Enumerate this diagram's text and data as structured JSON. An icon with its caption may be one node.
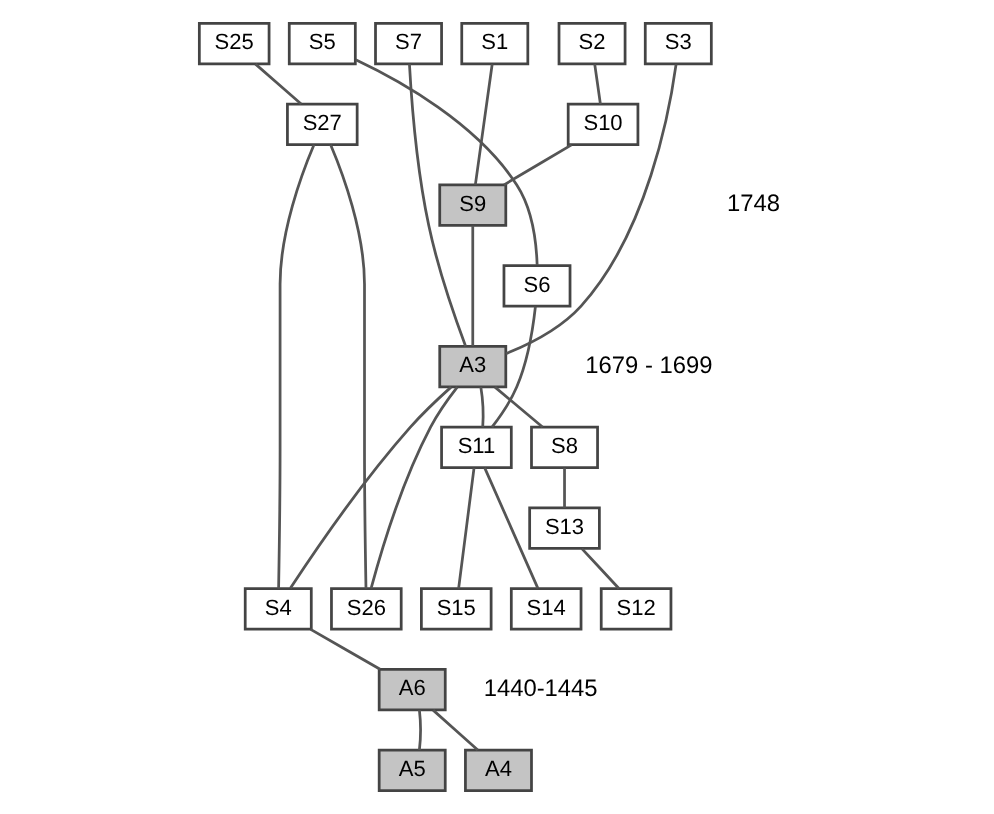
{
  "diagram": {
    "nodes": [
      {
        "text": [
          "S5"
        ]
      },
      {
        "text": [
          "S25"
        ]
      },
      {
        "text": [
          "S2"
        ]
      },
      {
        "text": [
          "S1"
        ]
      },
      {
        "text": [
          "S3"
        ]
      },
      {
        "text": [
          "S7"
        ]
      },
      {
        "text": [
          "S27"
        ]
      },
      {
        "text": [
          "S10"
        ]
      },
      {
        "text": [
          "S9"
        ]
      },
      {
        "text": [
          "S6"
        ]
      },
      {
        "text": [
          "A3"
        ]
      },
      {
        "text": [
          "S11"
        ]
      },
      {
        "text": [
          "S8"
        ]
      },
      {
        "text": [
          "S13"
        ]
      },
      {
        "text": [
          "S14"
        ]
      },
      {
        "text": [
          "S15"
        ]
      },
      {
        "text": [
          "S26"
        ]
      },
      {
        "text": [
          "S4"
        ]
      },
      {
        "text": [
          "S12"
        ]
      },
      {
        "text": [
          "A6"
        ]
      },
      {
        "text": [
          "A5"
        ]
      },
      {
        "text": [
          "A4"
        ]
      }
    ],
    "edges": [
      {
        "from": 1,
        "to": 6,
        "arrow": "none"
      },
      {
        "from": 2,
        "to": 7,
        "arrow": "none"
      },
      {
        "from": 7,
        "to": 8,
        "arrow": "none"
      },
      {
        "from": 3,
        "to": 8,
        "arrow": "none"
      },
      {
        "from": 0,
        "to": 9,
        "arrow": "none"
      },
      {
        "from": 8,
        "to": 10,
        "arrow": "none"
      },
      {
        "from": 4,
        "to": 10,
        "arrow": "none"
      },
      {
        "from": 5,
        "to": 10,
        "arrow": "none"
      },
      {
        "from": 9,
        "to": 11,
        "arrow": "none"
      },
      {
        "from": 10,
        "to": 11,
        "arrow": "none"
      },
      {
        "from": 10,
        "to": 12,
        "arrow": "none"
      },
      {
        "from": 6,
        "to": 16,
        "arrow": "none"
      },
      {
        "from": 6,
        "to": 17,
        "arrow": "none"
      },
      {
        "from": 10,
        "to": 16,
        "arrow": "none"
      },
      {
        "from": 10,
        "to": 17,
        "arrow": "none"
      },
      {
        "from": 12,
        "to": 13,
        "arrow": "none"
      },
      {
        "from": 11,
        "to": 14,
        "arrow": "none"
      },
      {
        "from": 11,
        "to": 15,
        "arrow": "none"
      },
      {
        "from": 13,
        "to": 18,
        "arrow": "none"
      },
      {
        "from": 17,
        "to": 19,
        "arrow": "none"
      },
      {
        "from": 19,
        "to": 20,
        "arrow": "none"
      },
      {
        "from": 19,
        "to": 21,
        "arrow": "none"
      }
    ],
    "labels": [
      "1748",
      "1679 - 1699",
      "1440-1445"
    ]
  }
}
